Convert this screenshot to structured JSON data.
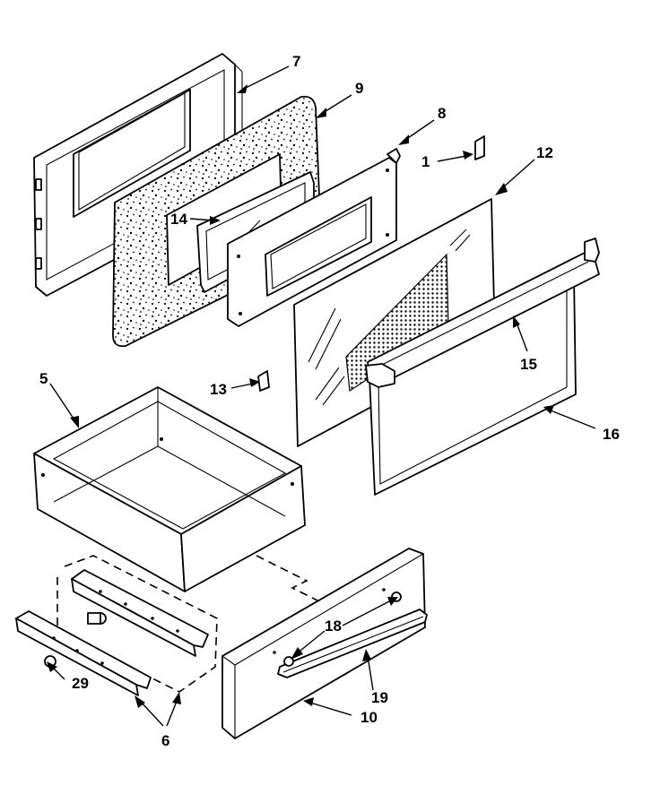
{
  "callouts": [
    {
      "id": "c7",
      "label": "7"
    },
    {
      "id": "c9",
      "label": "9"
    },
    {
      "id": "c8",
      "label": "8"
    },
    {
      "id": "c1",
      "label": "1"
    },
    {
      "id": "c12",
      "label": "12"
    },
    {
      "id": "c14",
      "label": "14"
    },
    {
      "id": "c5",
      "label": "5"
    },
    {
      "id": "c13",
      "label": "13"
    },
    {
      "id": "c15",
      "label": "15"
    },
    {
      "id": "c16",
      "label": "16"
    },
    {
      "id": "c18",
      "label": "18"
    },
    {
      "id": "c29",
      "label": "29"
    },
    {
      "id": "c19",
      "label": "19"
    },
    {
      "id": "c10",
      "label": "10"
    },
    {
      "id": "c6",
      "label": "6"
    }
  ]
}
